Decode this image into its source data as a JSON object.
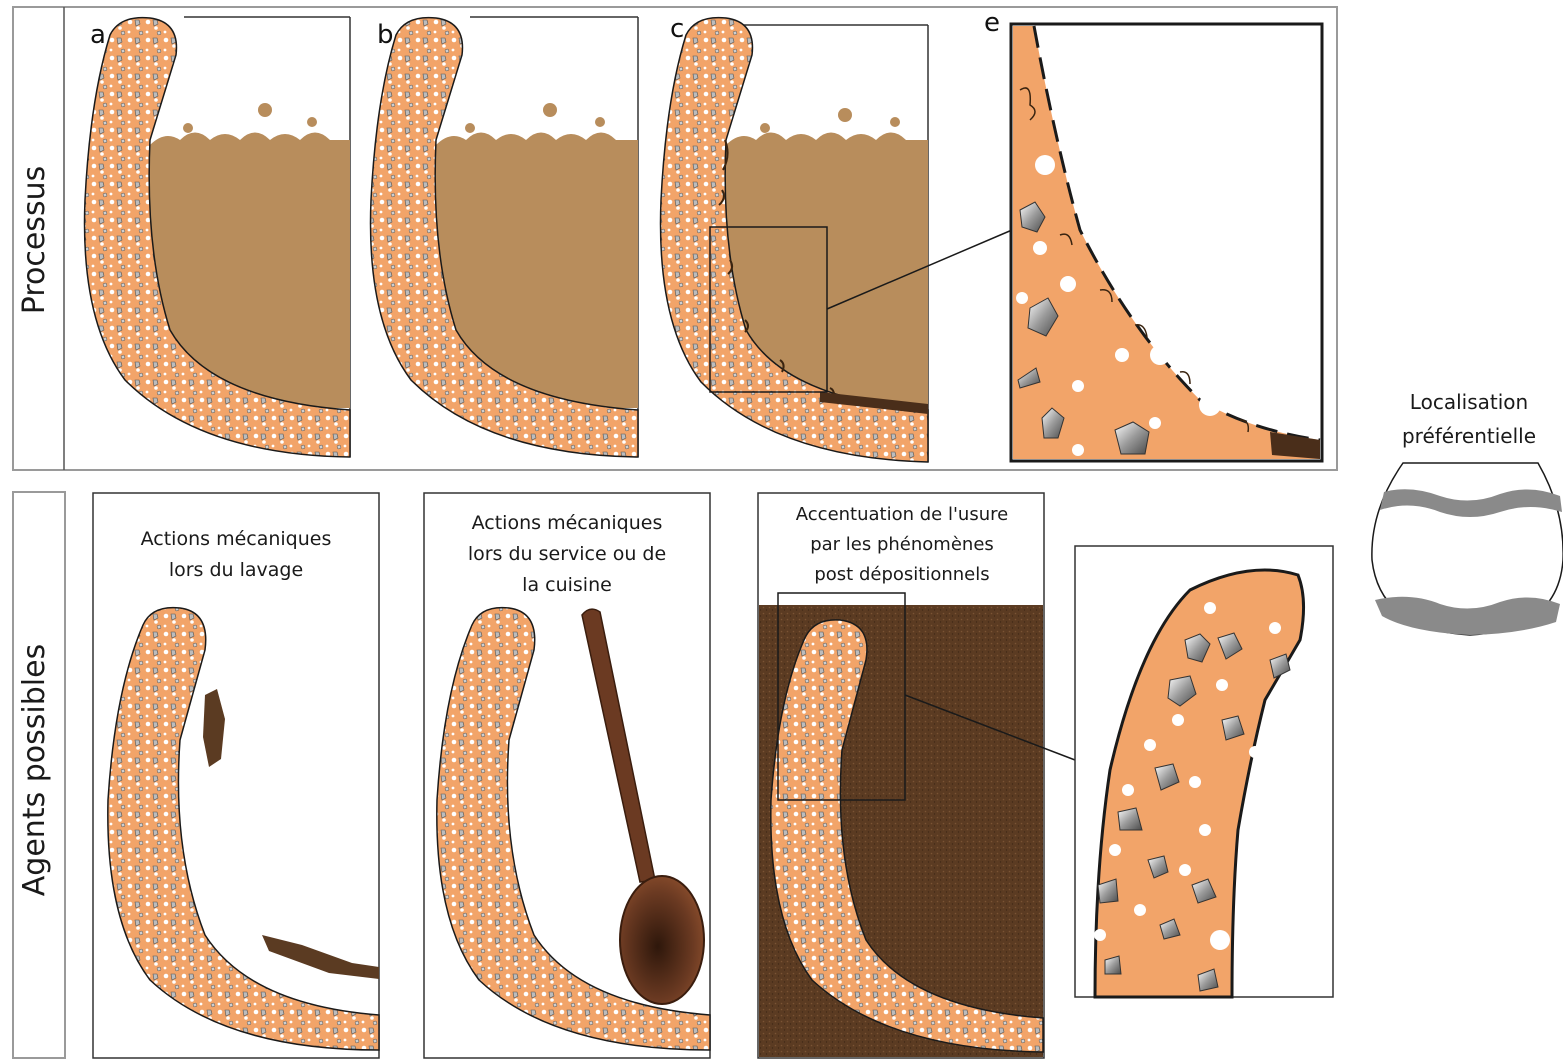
{
  "rows": {
    "top_title": "Processus",
    "bottom_title": "Agents possibles"
  },
  "panels": {
    "a": "a",
    "b": "b",
    "c": "c",
    "e": "e"
  },
  "captions": {
    "washing": [
      "Actions mécaniques",
      "lors du lavage"
    ],
    "service": [
      "Actions mécaniques",
      "lors du service ou de",
      "la cuisine"
    ],
    "postdep": [
      "Accentuation de l'usure",
      "par les phénomènes",
      "post dépositionnels"
    ]
  },
  "localisation": {
    "line1": "Localisation",
    "line2": "préférentielle"
  },
  "colors": {
    "ceramic": "#f2a469",
    "content": "#b88d5c",
    "sediment": "#5b3b22",
    "spoon": "#6b3a22",
    "wear_band": "#8a8a8a",
    "frame": "#9a9a9a"
  }
}
